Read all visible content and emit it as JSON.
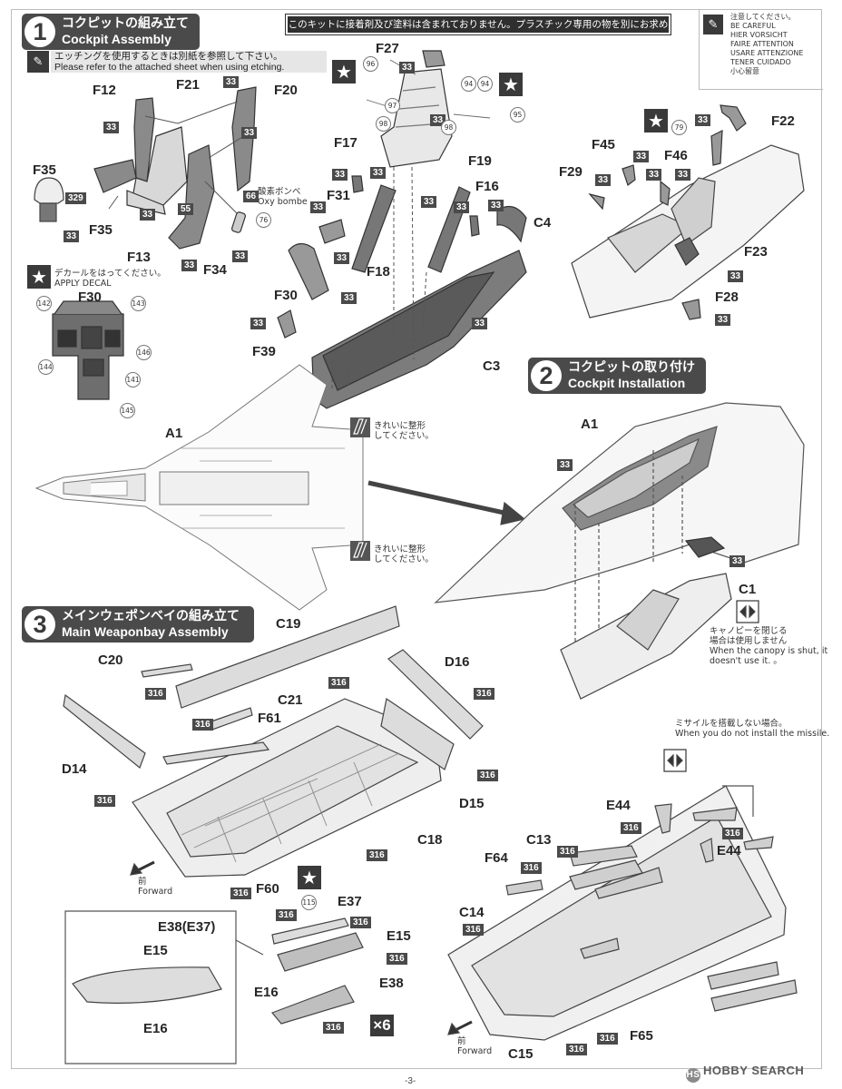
{
  "notice": "このキットに接着剤及び塗料は含まれておりません。プラスチック専用の物を別にお求め下さい。",
  "caution": [
    "注意してください。",
    "BE CAREFUL",
    "HIER VORSICHT",
    "FAIRE ATTENTION",
    "USARE ATTENZIONE",
    "TENER CUIDADO",
    "小心留意"
  ],
  "steps": {
    "s1": {
      "num": "1",
      "jp": "コクピットの組み立て",
      "en": "Cockpit Assembly"
    },
    "s2": {
      "num": "2",
      "jp": "コクピットの取り付け",
      "en": "Cockpit Installation"
    },
    "s3": {
      "num": "3",
      "jp": "メインウェポンベイの組み立て",
      "en": "Main Weaponbay Assembly"
    }
  },
  "etching": {
    "jp": "エッチングを使用するときは別紙を参照して下さい。",
    "en": "Please refer to the attached sheet when using etching."
  },
  "oxy": {
    "jp": "酸素ボンベ",
    "en": "Oxy bombe"
  },
  "apply_decal": {
    "jp": "デカールをはってください。",
    "en": "APPLY DECAL"
  },
  "clean": {
    "jp1": "きれいに整形",
    "jp2": "してください。"
  },
  "canopy": {
    "jp1": "キャノピーを閉じる",
    "jp2": "場合は使用しません",
    "en1": "When the canopy is shut, it",
    "en2": "doesn't use it. 。"
  },
  "missile": {
    "jp": "ミサイルを搭載しない場合。",
    "en": "When you do not install the missile."
  },
  "forward": {
    "jp": "前",
    "en": "Forward"
  },
  "times6": "×6",
  "page_number": "-3-",
  "watermark": "HOBBY SEARCH",
  "paint_codes": {
    "c33": "33",
    "c55": "55",
    "c66": "66",
    "c316": "316",
    "c329": "329"
  },
  "decal_numbers": {
    "d76": "76",
    "d79": "79",
    "d94": "94",
    "d95": "95",
    "d96": "96",
    "d97": "97",
    "d98": "98",
    "d115": "115",
    "d141": "141",
    "d142": "142",
    "d143": "143",
    "d144": "144",
    "d145": "145",
    "d146": "146"
  },
  "parts": {
    "F12": "F12",
    "F21": "F21",
    "F20": "F20",
    "F35": "F35",
    "F13": "F13",
    "F34": "F34",
    "F30": "F30",
    "F27": "F27",
    "F17": "F17",
    "F19": "F19",
    "F16": "F16",
    "C4": "C4",
    "F31": "F31",
    "F18": "F18",
    "F39": "F39",
    "C3": "C3",
    "F22": "F22",
    "F45": "F45",
    "F46": "F46",
    "F29": "F29",
    "F23": "F23",
    "F28": "F28",
    "A1": "A1",
    "C1": "C1",
    "C19": "C19",
    "C20": "C20",
    "C21": "C21",
    "D16": "D16",
    "F61": "F61",
    "D14": "D14",
    "D15": "D15",
    "C18": "C18",
    "F60": "F60",
    "E37": "E37",
    "E15": "E15",
    "E38": "E38",
    "E16": "E16",
    "E38E37": "E38(E37)",
    "E44": "E44",
    "C13": "C13",
    "F64": "F64",
    "C14": "C14",
    "F65": "F65",
    "C15": "C15"
  }
}
